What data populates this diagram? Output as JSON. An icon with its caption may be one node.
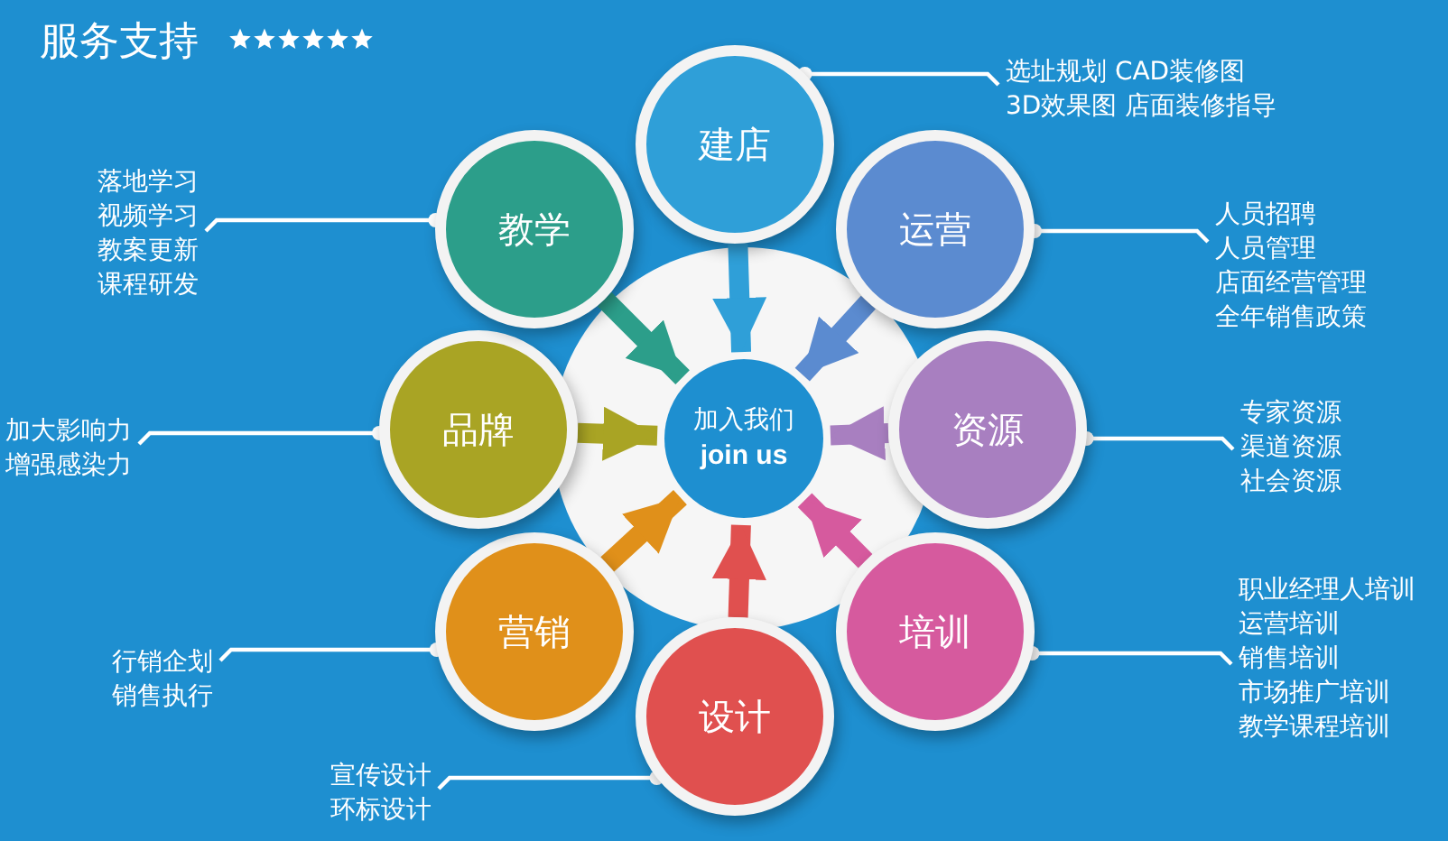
{
  "diagram": {
    "title": "服务支持",
    "nodes": [
      {
        "text": [
          "加入我们",
          "join us"
        ]
      },
      {
        "text": [
          "建店"
        ]
      },
      {
        "text": [
          "运营"
        ]
      },
      {
        "text": [
          "资源"
        ]
      },
      {
        "text": [
          "培训"
        ]
      },
      {
        "text": [
          "设计"
        ]
      },
      {
        "text": [
          "营销"
        ]
      },
      {
        "text": [
          "品牌"
        ]
      },
      {
        "text": [
          "教学"
        ]
      },
      {
        "text": [
          "选址规划 CAD装修图",
          "3D效果图 店面装修指导"
        ]
      },
      {
        "text": [
          "人员招聘",
          "人员管理",
          "店面经营管理",
          "全年销售政策"
        ]
      },
      {
        "text": [
          "专家资源",
          "渠道资源",
          "社会资源"
        ]
      },
      {
        "text": [
          "职业经理人培训",
          "运营培训",
          "销售培训",
          "市场推广培训",
          "教学课程培训"
        ]
      },
      {
        "text": [
          "宣传设计",
          "环标设计"
        ]
      },
      {
        "text": [
          "行销企划",
          "销售执行"
        ]
      },
      {
        "text": [
          "加大影响力",
          "增强感染力"
        ]
      },
      {
        "text": [
          "落地学习",
          "视频学习",
          "教案更新",
          "课程研发"
        ]
      }
    ],
    "edges": [
      {
        "from": 1,
        "to": 0,
        "arrow": "to",
        "style": "thick",
        "color": "#2f9fd8"
      },
      {
        "from": 2,
        "to": 0,
        "arrow": "to",
        "style": "thick",
        "color": "#5b8bd0"
      },
      {
        "from": 3,
        "to": 0,
        "arrow": "to",
        "style": "thick",
        "color": "#a87fc0"
      },
      {
        "from": 4,
        "to": 0,
        "arrow": "to",
        "style": "thick",
        "color": "#d65a9e"
      },
      {
        "from": 5,
        "to": 0,
        "arrow": "to",
        "style": "thick",
        "color": "#e0504f"
      },
      {
        "from": 6,
        "to": 0,
        "arrow": "to",
        "style": "thick",
        "color": "#e0901a"
      },
      {
        "from": 7,
        "to": 0,
        "arrow": "to",
        "style": "thick",
        "color": "#a9a424"
      },
      {
        "from": 8,
        "to": 0,
        "arrow": "to",
        "style": "thick",
        "color": "#2c9e8a"
      },
      {
        "from": 9,
        "to": 1,
        "arrow": "other"
      },
      {
        "from": 10,
        "to": 2,
        "arrow": "other"
      },
      {
        "from": 11,
        "to": 3,
        "arrow": "other"
      },
      {
        "from": 12,
        "to": 4,
        "arrow": "other"
      },
      {
        "from": 13,
        "to": 5,
        "arrow": "other"
      },
      {
        "from": 14,
        "to": 6,
        "arrow": "other"
      },
      {
        "from": 15,
        "to": 7,
        "arrow": "other"
      },
      {
        "from": 16,
        "to": 8,
        "arrow": "other"
      }
    ]
  }
}
